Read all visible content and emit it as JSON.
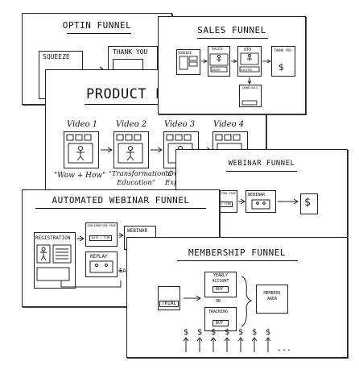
{
  "optin": {
    "title": "OPTIN FUNNEL",
    "squeeze": "SQUEEZE",
    "thank_you": "THANK YOU"
  },
  "sales": {
    "title": "SALES FUNNEL",
    "squeeze": "SQUEEZE",
    "sales": "SALES",
    "order": "ORDER",
    "oto": "OTO",
    "digital": "DIGITAL",
    "thank_you": "THANK YOU",
    "dollar": "$",
    "down": "DOWN SALE"
  },
  "product": {
    "title": "PRODUCT LA",
    "videos": [
      "Video 1",
      "Video 2",
      "Video 3",
      "Video 4"
    ],
    "captions": [
      "\"Wow + How\"",
      "\"Transformational Education\"",
      "\"Ov Exp"
    ]
  },
  "webinar": {
    "title": "WEBINAR FUNNEL",
    "confirm": "CONFIRMATION PAGE",
    "date_time": "DATE / TIME",
    "webinar": "WEBINAR",
    "dollar": "$"
  },
  "auto": {
    "title": "AUTOMATED WEBINAR FUNNEL",
    "registration": "REGISTRATION",
    "confirm": "CONFIRMATION PAGE",
    "date_time": "DATE / TIME",
    "webinar": "WEBINAR",
    "replay": "REPLAY",
    "ea": "EA"
  },
  "member": {
    "title": "MEMBERSHIP FUNNEL",
    "yearly": "YEARLY ACCOUNT",
    "buy1": "BUY",
    "or": "OR",
    "training": "TRAINING",
    "buy2": "BUY",
    "trial": "TRIAL",
    "members_area": "MEMBERS AREA",
    "dollar": "$",
    "ellipsis": "..."
  }
}
